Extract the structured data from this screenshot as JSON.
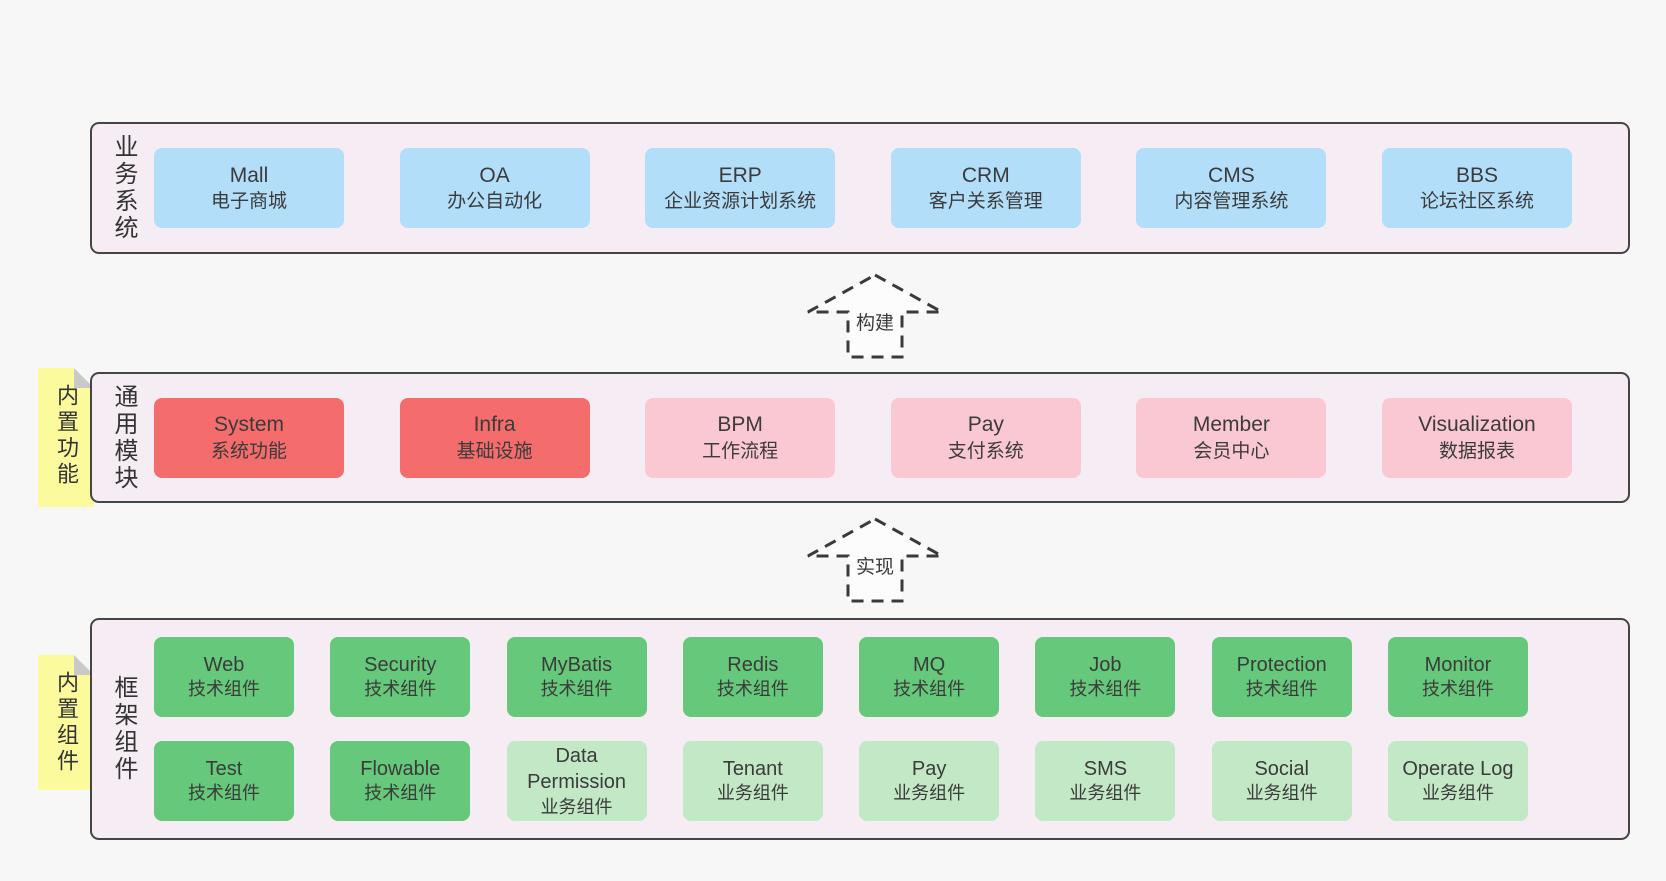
{
  "colors": {
    "page_bg": "#f7f7f7",
    "panel_bg": "#f6edf4",
    "panel_border": "#454545",
    "business_box": "#b3defa",
    "core_module_box": "#f56c6c",
    "optional_module_box": "#fac8d2",
    "tech_component_box": "#65c87a",
    "biz_component_box": "#c2e8c5",
    "sticky_note": "#fbfa9d",
    "note_fold": "#c9c9c9",
    "text": "#3b3b3b"
  },
  "business": {
    "label": "业务系统",
    "modules": [
      {
        "title": "Mall",
        "subtitle": "电子商城"
      },
      {
        "title": "OA",
        "subtitle": "办公自动化"
      },
      {
        "title": "ERP",
        "subtitle": "企业资源计划系统"
      },
      {
        "title": "CRM",
        "subtitle": "客户关系管理"
      },
      {
        "title": "CMS",
        "subtitle": "内容管理系统"
      },
      {
        "title": "BBS",
        "subtitle": "论坛社区系统"
      }
    ]
  },
  "arrows": {
    "build": {
      "label": "构建"
    },
    "implement": {
      "label": "实现"
    }
  },
  "common": {
    "label": "通用模块",
    "note": "内置功能",
    "modules": [
      {
        "title": "System",
        "subtitle": "系统功能"
      },
      {
        "title": "Infra",
        "subtitle": "基础设施"
      },
      {
        "title": "BPM",
        "subtitle": "工作流程"
      },
      {
        "title": "Pay",
        "subtitle": "支付系统"
      },
      {
        "title": "Member",
        "subtitle": "会员中心"
      },
      {
        "title": "Visualization",
        "subtitle": "数据报表"
      }
    ]
  },
  "framework": {
    "label": "框架组件",
    "note": "内置组件",
    "modules": [
      {
        "title": "Web",
        "subtitle": "技术组件"
      },
      {
        "title": "Security",
        "subtitle": "技术组件"
      },
      {
        "title": "MyBatis",
        "subtitle": "技术组件"
      },
      {
        "title": "Redis",
        "subtitle": "技术组件"
      },
      {
        "title": "MQ",
        "subtitle": "技术组件"
      },
      {
        "title": "Job",
        "subtitle": "技术组件"
      },
      {
        "title": "Protection",
        "subtitle": "技术组件"
      },
      {
        "title": "Monitor",
        "subtitle": "技术组件"
      },
      {
        "title": "Test",
        "subtitle": "技术组件"
      },
      {
        "title": "Flowable",
        "subtitle": "技术组件"
      },
      {
        "title": "Data Permission",
        "subtitle": "业务组件"
      },
      {
        "title": "Tenant",
        "subtitle": "业务组件"
      },
      {
        "title": "Pay",
        "subtitle": "业务组件"
      },
      {
        "title": "SMS",
        "subtitle": "业务组件"
      },
      {
        "title": "Social",
        "subtitle": "业务组件"
      },
      {
        "title": "Operate Log",
        "subtitle": "业务组件"
      }
    ]
  }
}
